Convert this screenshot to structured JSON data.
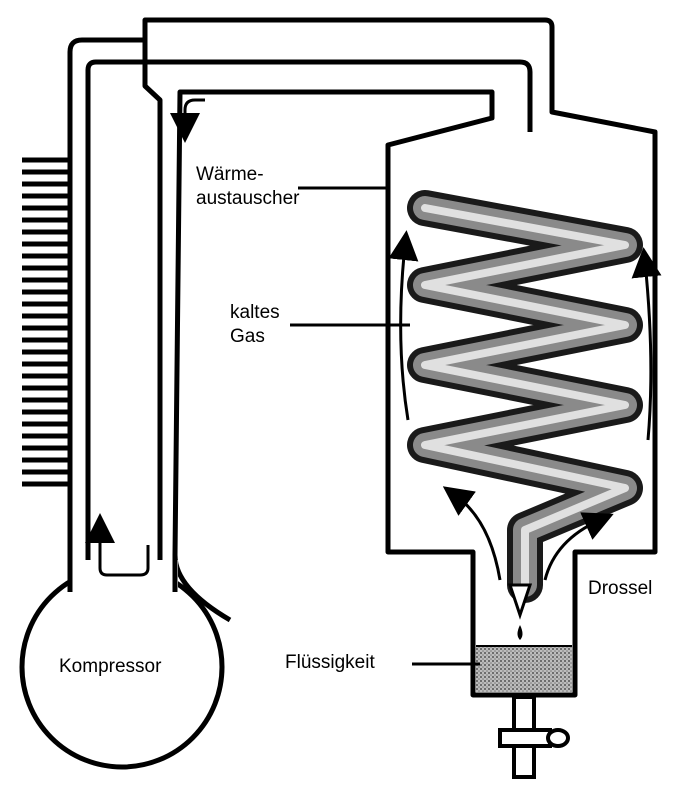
{
  "labels": {
    "heat_exchanger_line1": "Wärme-",
    "heat_exchanger_line2": "austauscher",
    "cold_gas_line1": "kaltes",
    "cold_gas_line2": "Gas",
    "throttle": "Drossel",
    "liquid": "Flüssigkeit",
    "compressor": "Kompressor"
  },
  "colors": {
    "line": "#000000",
    "background": "#ffffff",
    "shading": "#7a7a7a"
  }
}
